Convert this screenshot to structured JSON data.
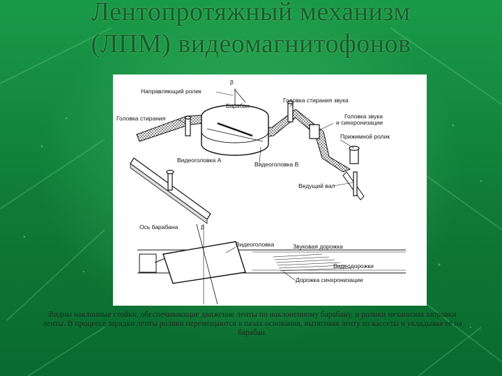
{
  "slide": {
    "title_line1": "Лентопротяжный механизм",
    "title_line2": "(ЛПМ) видеомагнитофонов",
    "caption": "Видны наклонные стойки, обеспечивающие движение ленты по наклоненному барабану, и ролики механизма заправки ленты. В процессе зарядки ленты ролики перемещаются в пазах основания, вытягивая ленту из кассеты и укладывая её на барабан."
  },
  "diagram": {
    "labels": {
      "guide_roller": "Направляющий ролик",
      "beta_top": "β",
      "drum": "Барабан",
      "audio_erase_head": "Головка стирания звука",
      "erase_head": "Головка стирания",
      "audio_sync_head": "Головка звука\nи синхронизации",
      "pinch_roller": "Прижимной ролик",
      "video_head_a": "Видеоголовка А",
      "video_head_b": "Видеоголовка В",
      "capstan": "Ведущий вал",
      "drum_axis": "Ось барабана",
      "beta_bottom": "β",
      "video_head": "Видеоголовка",
      "audio_track": "Звуковая дорожка",
      "video_tracks": "Видеодорожки",
      "sync_track": "Дорожка синхронизации"
    }
  }
}
